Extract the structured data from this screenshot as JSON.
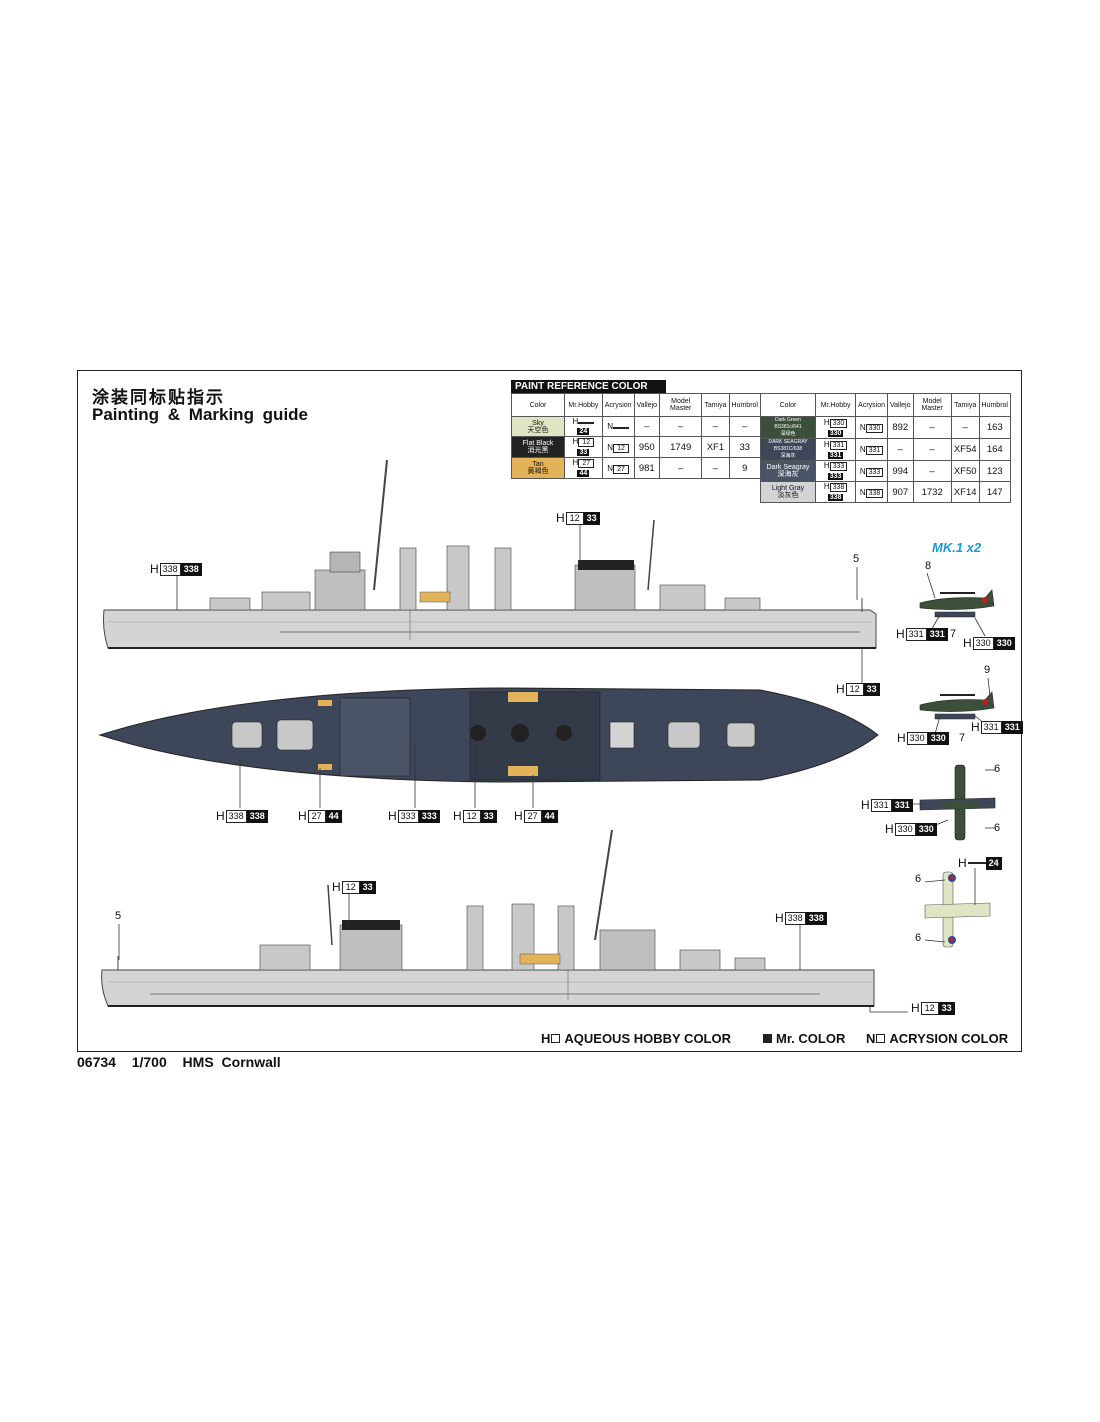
{
  "header": {
    "title_cn": "涂装同标贴指示",
    "title_en": "Painting & Marking guide"
  },
  "footer": {
    "code": "06734",
    "scale": "1/700",
    "name": "HMS Cornwall"
  },
  "paint_table": {
    "title": "PAINT REFERENCE COLOR",
    "headers": [
      "Color",
      "Mr.Hobby",
      "Acrysion",
      "Vallejo",
      "Model Master",
      "Tamiya",
      "Humbrol"
    ],
    "left_rows": [
      {
        "color": "Sky",
        "cn": "天空色",
        "swatch": "#dfe5c3",
        "h": "24",
        "n": "",
        "vallejo": "–",
        "mm": "–",
        "tamiya": "–",
        "humbrol": "–"
      },
      {
        "color": "Flat Black",
        "cn": "消光黑",
        "swatch": "#222222",
        "h": "12",
        "hb": "33",
        "n": "12",
        "vallejo": "950",
        "mm": "1749",
        "tamiya": "XF1",
        "humbrol": "33"
      },
      {
        "color": "Tan",
        "cn": "黄褐色",
        "swatch": "#e3b35a",
        "h": "27",
        "hb": "44",
        "n": "27",
        "vallejo": "981",
        "mm": "–",
        "tamiya": "–",
        "humbrol": "9"
      }
    ],
    "right_rows": [
      {
        "color": "Dark Green BS381c/641",
        "cn": "深绿色",
        "swatch": "#3b4f3a",
        "h": "330",
        "hb": "330",
        "n": "330",
        "vallejo": "892",
        "mm": "–",
        "tamiya": "–",
        "humbrol": "163"
      },
      {
        "color": "DARK SEAGRAY BS381C/638",
        "cn": "深海灰",
        "swatch": "#3e4659",
        "h": "331",
        "hb": "331",
        "n": "331",
        "vallejo": "–",
        "mm": "–",
        "tamiya": "XF54",
        "humbrol": "164"
      },
      {
        "color": "Dark Seagray",
        "cn": "深海灰",
        "swatch": "#4b5467",
        "h": "333",
        "hb": "333",
        "n": "333",
        "vallejo": "994",
        "mm": "–",
        "tamiya": "XF50",
        "humbrol": "123"
      },
      {
        "color": "Light Gray",
        "cn": "淡灰色",
        "swatch": "#d4d4d4",
        "h": "338",
        "hb": "338",
        "n": "338",
        "vallejo": "907",
        "mm": "1732",
        "tamiya": "XF14",
        "humbrol": "147"
      }
    ]
  },
  "callouts": {
    "top_left": {
      "h": "338",
      "b": "338"
    },
    "top_mid": {
      "h": "12",
      "b": "33"
    },
    "top_bottom": {
      "h": "12",
      "b": "33"
    },
    "deck_1": {
      "h": "338",
      "b": "338"
    },
    "deck_2": {
      "h": "27",
      "b": "44"
    },
    "deck_3": {
      "h": "333",
      "b": "333"
    },
    "deck_4": {
      "h": "12",
      "b": "33"
    },
    "deck_5": {
      "h": "27",
      "b": "44"
    },
    "bot_top": {
      "h": "12",
      "b": "33"
    },
    "bot_right": {
      "h": "338",
      "b": "338"
    },
    "bot_bottom": {
      "h": "12",
      "b": "33"
    },
    "pl1_a": {
      "h": "331",
      "b": "331"
    },
    "pl1_b": {
      "h": "330",
      "b": "330"
    },
    "pl2_a": {
      "h": "330",
      "b": "330"
    },
    "pl2_b": {
      "h": "331",
      "b": "331"
    },
    "pl3_a": {
      "h": "331",
      "b": "331"
    },
    "pl3_b": {
      "h": "330",
      "b": "330"
    },
    "pl4_a": {
      "h": "",
      "b": "24"
    }
  },
  "numbers": {
    "n5": "5",
    "n8": "8",
    "n7": "7",
    "n9": "9",
    "n6": "6"
  },
  "aircraft_label": "MK.1 x2",
  "legend": {
    "h_label": "H",
    "aqueous": "AQUEOUS HOBBY COLOR",
    "mr": "Mr. COLOR",
    "n_label": "N",
    "acrysion": "ACRYSION COLOR"
  },
  "colors": {
    "hull_gray": "#d4d4d4",
    "deck_blue": "#3e4659",
    "tan": "#e3b35a",
    "dark_green": "#3b4f3a",
    "sky": "#dfe5c3",
    "accent_blue": "#1a9ad6"
  }
}
